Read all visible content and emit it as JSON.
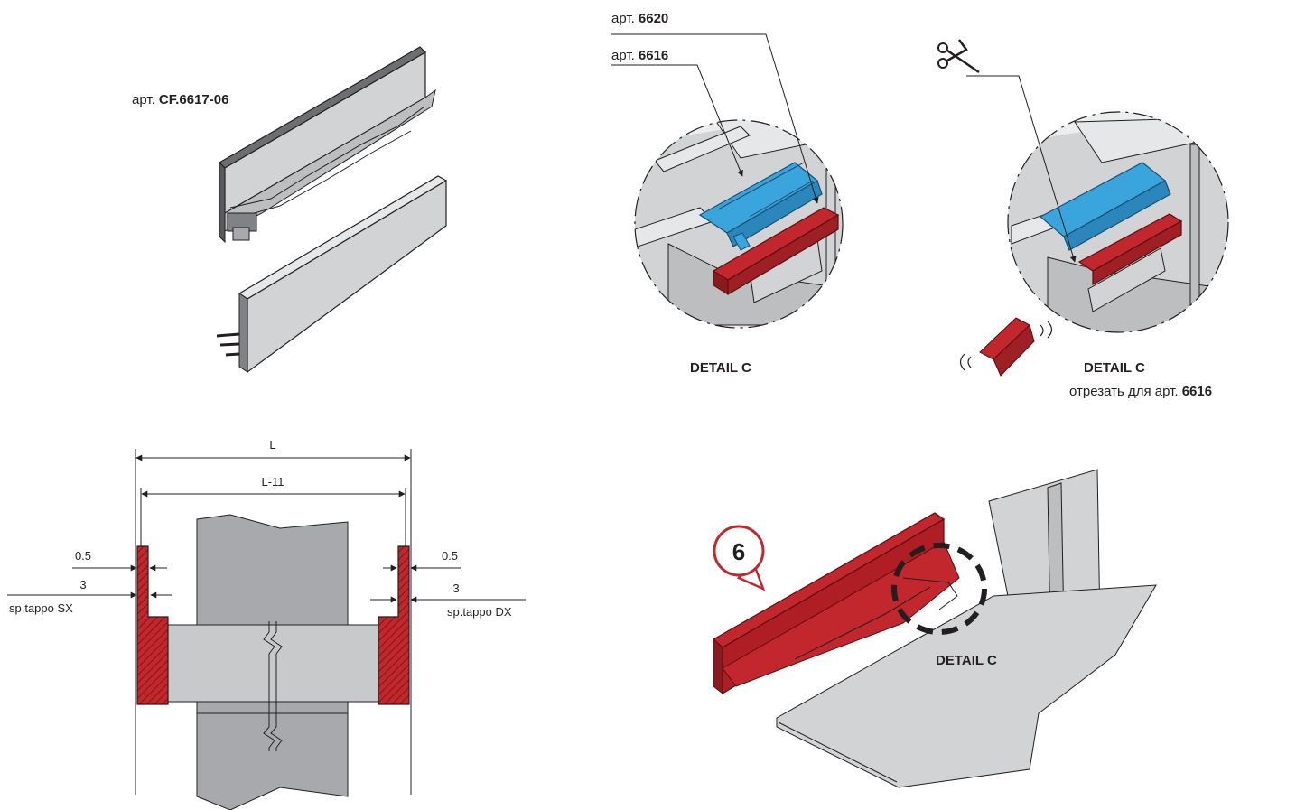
{
  "panel_top_left": {
    "article_prefix": "арт. ",
    "article_code": "CF.6617-06"
  },
  "panel_top_middle": {
    "ref_a_prefix": "арт. ",
    "ref_a_code": "6620",
    "ref_b_prefix": "арт. ",
    "ref_b_code": "6616",
    "caption": "DETAIL C"
  },
  "panel_top_right": {
    "caption": "DETAIL C",
    "note_text": "отрезать для арт. ",
    "note_code": "6616"
  },
  "panel_dimensions": {
    "overall_length": "L",
    "inner_length": "L-11",
    "left_gap": "0.5",
    "left_thickness": "3",
    "left_label": "sp.tappo SX",
    "right_gap": "0.5",
    "right_thickness": "3",
    "right_label": "sp.tappo DX"
  },
  "panel_step": {
    "step_number": "6",
    "caption": "DETAIL C"
  },
  "colors": {
    "red_cap": "#c0392b",
    "blue_clip": "#3aa4dc",
    "steel_grey": "#c8c9cb",
    "dark_grey": "#9d9fa2",
    "outline": "#231f20"
  }
}
